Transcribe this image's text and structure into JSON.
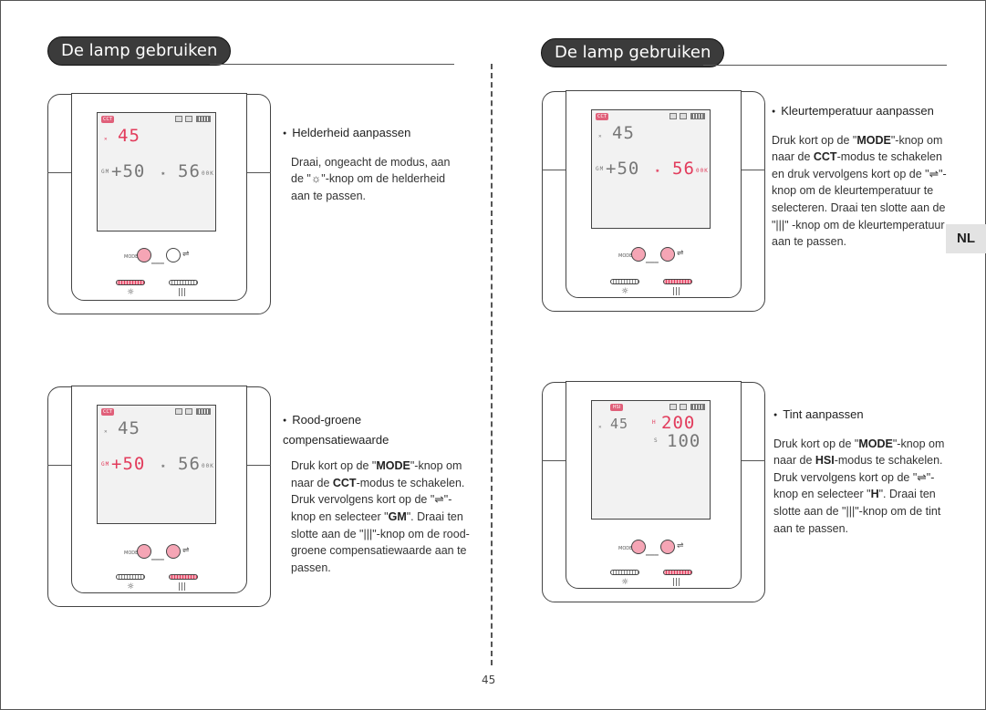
{
  "header_left": "De lamp gebruiken",
  "header_right": "De lamp gebruiken",
  "language_tab": "NL",
  "page_number": "45",
  "panels": [
    {
      "screen": {
        "mode": "CCT",
        "dim": "45",
        "gm": "+50",
        "cct": "56",
        "cct_unit": "00K"
      },
      "text": {
        "title": "Helderheid aanpassen",
        "body": "Draai, ongeacht de modus, aan de \"☼\"-knop om de helderheid aan te passen."
      }
    },
    {
      "screen": {
        "mode": "CCT",
        "dim": "45",
        "gm": "+50",
        "cct": "56",
        "cct_unit": "00K"
      },
      "text": {
        "title": "Kleurtemperatuur aanpassen",
        "parts": [
          "Druk kort op de \"",
          "MODE",
          "\"-knop om naar de ",
          "CCT",
          "-modus te schakelen en druk vervolgens kort op de \"⇌\"-knop om de kleurtemperatuur te selecteren. Draai ten slotte aan de \"|||\" -knop om de kleurtemperatuur aan te passen."
        ]
      }
    },
    {
      "screen": {
        "mode": "CCT",
        "dim": "45",
        "gm": "+50",
        "cct": "56",
        "cct_unit": "00K"
      },
      "text": {
        "title": "Rood-groene compensatiewaarde",
        "parts": [
          "Druk kort op de \"",
          "MODE",
          "\"-knop om naar de ",
          "CCT",
          "-modus te schakelen. Druk vervolgens kort op de \"⇌\"-knop en selecteer \"",
          "GM",
          "\". Draai ten slotte aan de \"|||\"-knop om de rood-groene compensatiewaarde aan te passen."
        ]
      }
    },
    {
      "screen": {
        "mode": "HSI",
        "dim": "45",
        "hue": "200",
        "sat": "100"
      },
      "text": {
        "title": "Tint aanpassen",
        "parts": [
          "Druk kort op de \"",
          "MODE",
          "\"-knop om naar de ",
          "HSI",
          "-modus te schakelen. Druk vervolgens kort op de \"⇌\"-knop en selecteer \"",
          "H",
          "\". Draai ten slotte aan de \"|||\"-knop om de tint aan te passen."
        ]
      }
    }
  ],
  "icons": {
    "brightness": "☼",
    "swap": "⇌",
    "slider": "|||"
  }
}
